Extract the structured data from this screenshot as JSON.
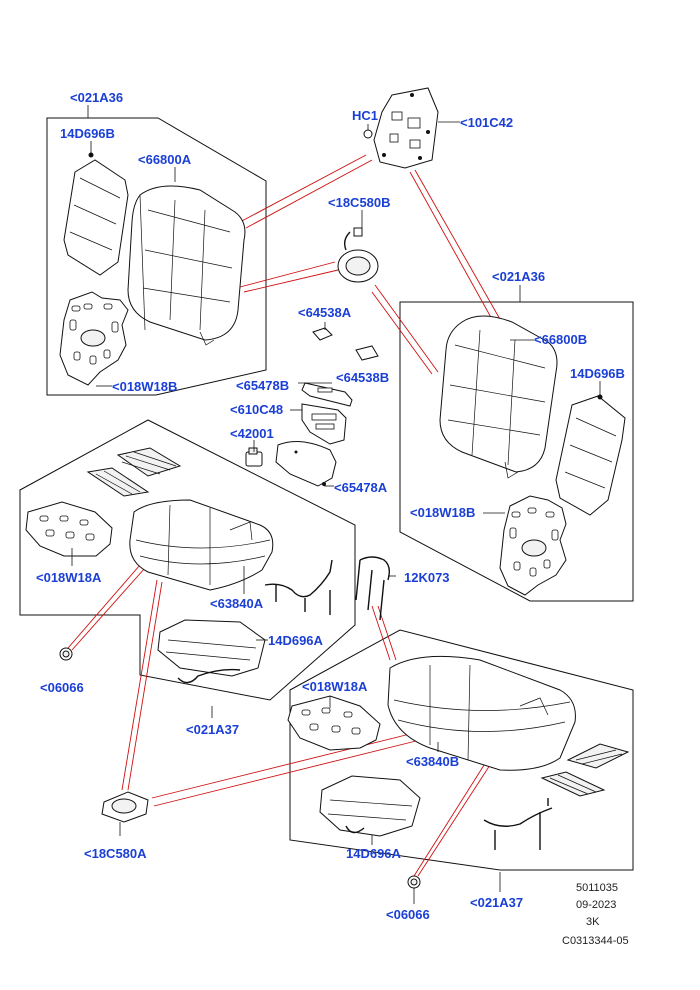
{
  "labels": {
    "l_021a36_tl": "<021A36",
    "l_14d696b_tl": "14D696B",
    "l_66800a": "<66800A",
    "l_018w18b_left": "<018W18B",
    "l_hc1": "HC1",
    "l_101c42": "<101C42",
    "l_18c580b": "<18C580B",
    "l_021a36_r": "<021A36",
    "l_66800b": "<66800B",
    "l_14d696b_r": "14D696B",
    "l_018w18b_r": "<018W18B",
    "l_64538a": "<64538A",
    "l_64538b": "<64538B",
    "l_65478b": "<65478B",
    "l_610c48": "<610C48",
    "l_42001": "<42001",
    "l_65478a": "<65478A",
    "l_018w18a_l": "<018W18A",
    "l_63840a": "<63840A",
    "l_12k073": "12K073",
    "l_14d696a_l": "14D696A",
    "l_06066_l": "<06066",
    "l_021a37_l": "<021A37",
    "l_018w18a_r": "<018W18A",
    "l_63840b": "<63840B",
    "l_18c580a": "<18C580A",
    "l_14d696a_r": "14D696A",
    "l_06066_r": "<06066",
    "l_021a37_r": "<021A37"
  },
  "meta": {
    "line1": "5011035",
    "line2": "09-2023",
    "line3": "3K",
    "line4": "C0313344-05"
  },
  "colors": {
    "label": "#1a3fd6",
    "callout_red": "#d01010",
    "line": "#111111"
  }
}
